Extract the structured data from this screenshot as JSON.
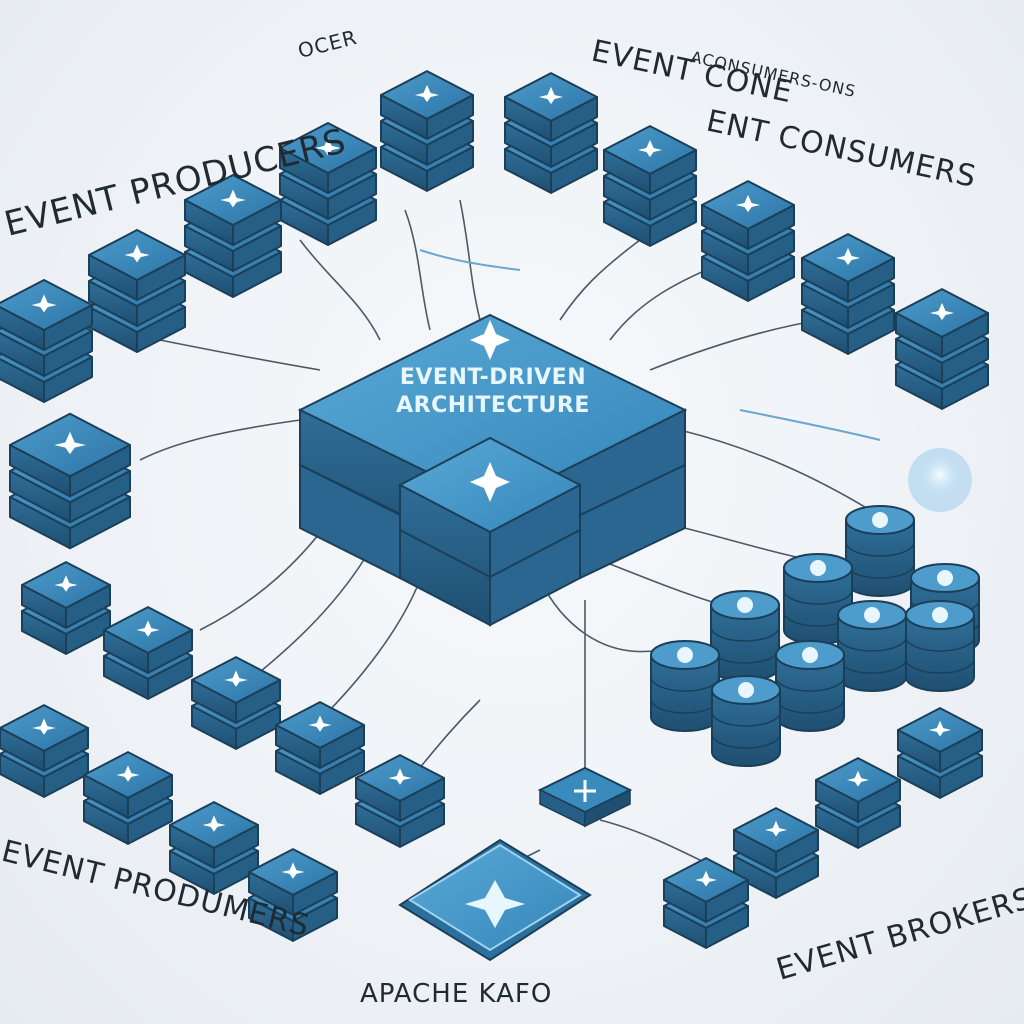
{
  "diagram": {
    "center_title_line1": "EVENT-DRIVEN",
    "center_title_line2": "ARCHITECTURE",
    "labels": {
      "producers_top": "EVENT PRODUCERS",
      "producers_top_suffix": "OCER",
      "consumers_top_small": "ACONSUMERS-ONS",
      "consumers_top_line1": "EVENT CONE",
      "consumers_top_line2": "ENT CONSUMERS",
      "producers_bottom": "EVENT PRODUMERS",
      "kafka": "APACHE KAFO",
      "brokers": "EVENT BROKERS"
    },
    "icons": {
      "node_glyph": "star-icon",
      "kafka_glyph": "star-icon",
      "cross_glyph": "cross-icon"
    },
    "colors": {
      "node_top": "#2f7fb0",
      "node_side": "#255f86",
      "node_edge": "#1b3f59",
      "accent": "#5fb2e0",
      "glyph": "#ffffff",
      "label": "#1f2a33"
    }
  }
}
